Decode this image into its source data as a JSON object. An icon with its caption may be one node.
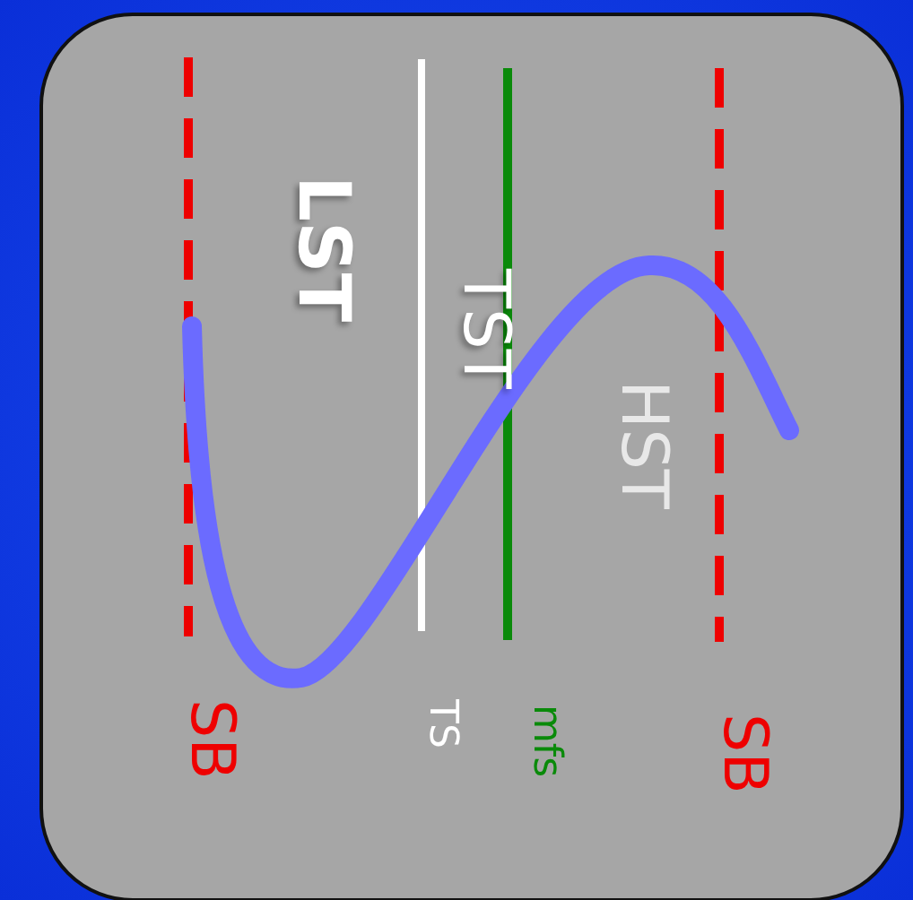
{
  "diagram": {
    "labels": [
      "LST",
      "TST",
      "HST",
      "SB",
      "TS",
      "mfs",
      "SB"
    ]
  }
}
